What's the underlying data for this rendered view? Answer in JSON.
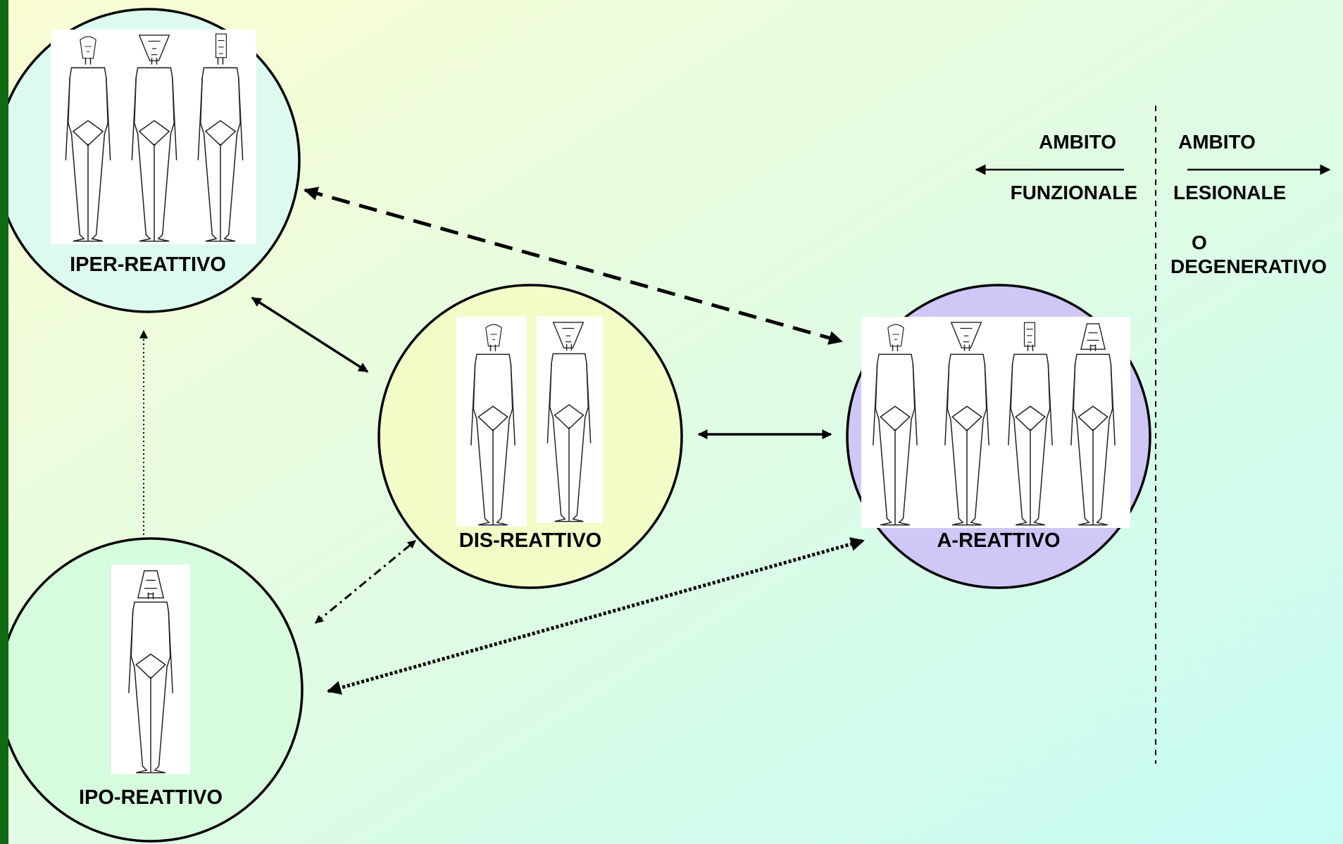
{
  "colors": {
    "background_top_left": "#fbfdd2",
    "background_bottom_right": "#c6fbf4",
    "left_bar": "#0f6a12",
    "iper_fill": "#dcfaee",
    "ipo_fill": "#d6fbdd",
    "dis_fill": "#f2fcc6",
    "a_fill": "#cfc8f6",
    "figure_panel": "#ffffff"
  },
  "nodes": {
    "iper": {
      "label": "IPER-REATTIVO",
      "figures": [
        "conical-head",
        "inverted-trapezoid-head",
        "rectangular-head"
      ]
    },
    "dis": {
      "label": "DIS-REATTIVO",
      "figures": [
        "conical-head",
        "inverted-trapezoid-head"
      ]
    },
    "a": {
      "label": "A-REATTIVO",
      "figures": [
        "conical-head",
        "inverted-trapezoid-head",
        "rectangular-head",
        "trapezoid-head"
      ]
    },
    "ipo": {
      "label": "IPO-REATTIVO",
      "figures": [
        "trapezoid-head"
      ]
    }
  },
  "legend": {
    "left_top": "AMBITO",
    "left_bottom": "FUNZIONALE",
    "right_top": "AMBITO",
    "right_bottom": "LESIONALE",
    "right_extra_1": "O",
    "right_extra_2": "DEGENERATIVO"
  },
  "connectors": [
    {
      "from": "iper",
      "to": "a",
      "style": "dashed",
      "arrows": "both"
    },
    {
      "from": "iper",
      "to": "dis",
      "style": "solid",
      "arrows": "both"
    },
    {
      "from": "dis",
      "to": "a",
      "style": "solid",
      "arrows": "both"
    },
    {
      "from": "ipo",
      "to": "iper",
      "style": "dotted",
      "arrows": "end"
    },
    {
      "from": "ipo",
      "to": "dis",
      "style": "dash-dot",
      "arrows": "both"
    },
    {
      "from": "ipo",
      "to": "a",
      "style": "dotted-bold",
      "arrows": "both"
    }
  ]
}
